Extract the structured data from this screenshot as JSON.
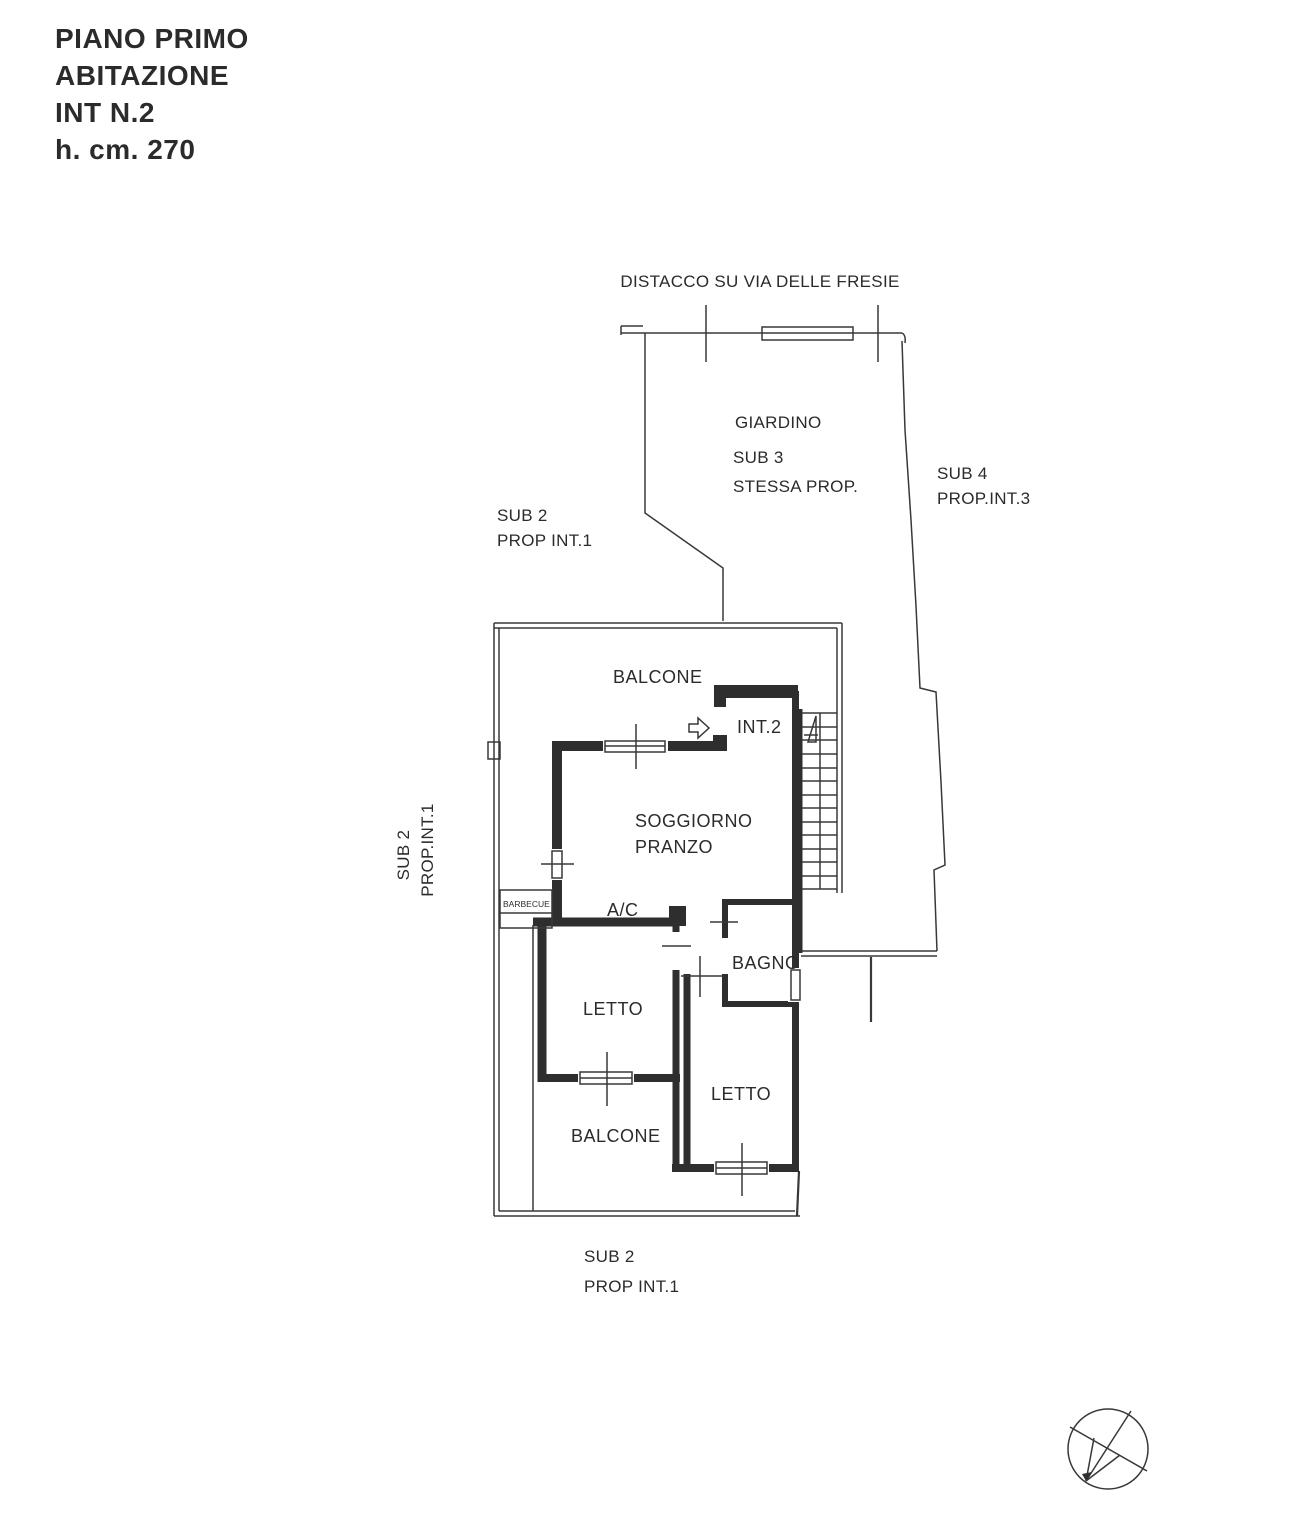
{
  "page": {
    "background": "#ffffff",
    "line_color": "#333333"
  },
  "title_block": {
    "line1": "PIANO PRIMO",
    "line2": "ABITAZIONE",
    "line3": "INT N.2",
    "line4": "h. cm. 270"
  },
  "boundaries": {
    "street": "DISTACCO SU VIA DELLE FRESIE",
    "garden_name": "GIARDINO",
    "garden_sub": "SUB 3",
    "garden_prop": "STESSA PROP.",
    "east_sub": "SUB 4",
    "east_prop": "PROP.INT.3",
    "west_upper_sub": "SUB 2",
    "west_upper_prop": "PROP INT.1",
    "west_side_sub": "SUB 2",
    "west_side_prop": "PROP.INT.1",
    "south_sub": "SUB 2",
    "south_prop": "PROP INT.1"
  },
  "rooms": {
    "balcony_top": "BALCONE",
    "unit": "INT.2",
    "living1": "SOGGIORNO",
    "living2": "PRANZO",
    "ac": "A/C",
    "barbecue": "BARBECUE",
    "bathroom": "BAGNO",
    "bedroom_left": "LETTO",
    "bedroom_right": "LETTO",
    "balcony_bottom": "BALCONE"
  }
}
